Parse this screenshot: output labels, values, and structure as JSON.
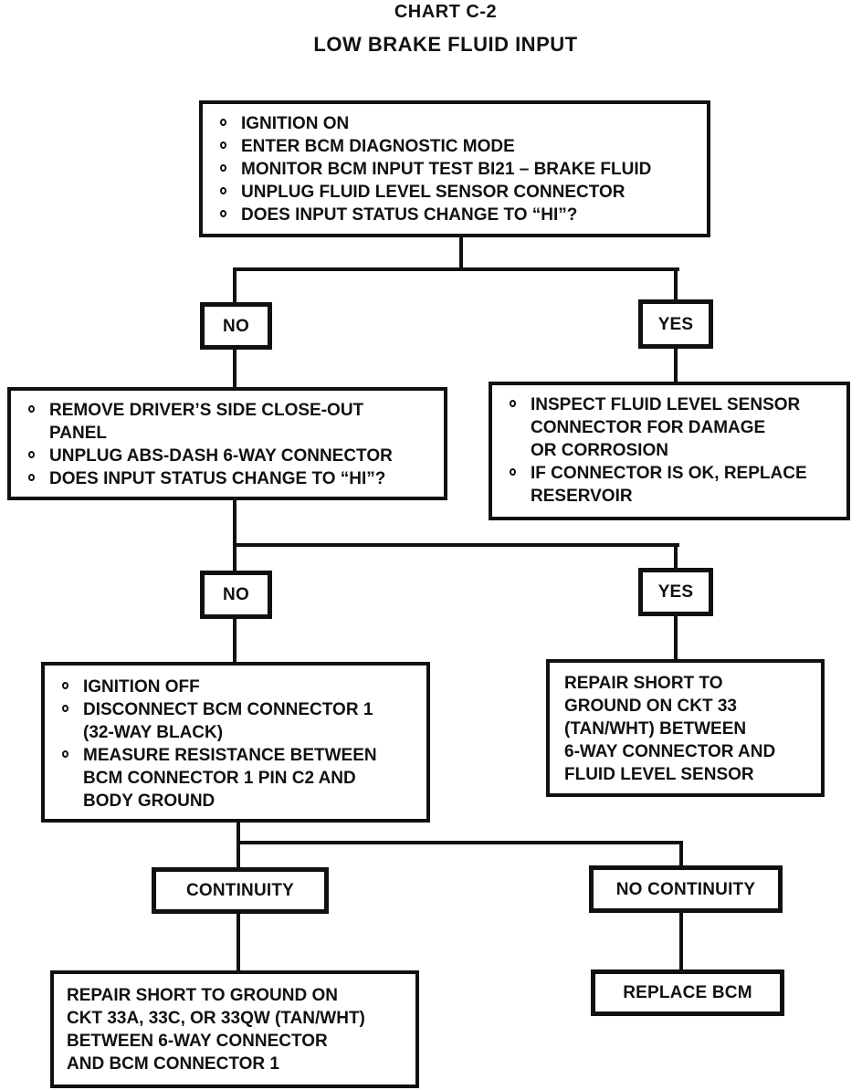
{
  "colors": {
    "ink": "#111111",
    "paper": "#ffffff"
  },
  "header": {
    "title": "CHART C-2",
    "subtitle": "LOW BRAKE FLUID INPUT"
  },
  "nodes": {
    "step1": {
      "items": [
        "IGNITION ON",
        "ENTER BCM DIAGNOSTIC MODE",
        "MONITOR BCM INPUT TEST BI21 – BRAKE FLUID",
        "UNPLUG FLUID LEVEL SENSOR CONNECTOR",
        "DOES INPUT STATUS CHANGE TO “HI”?"
      ]
    },
    "no1": {
      "label": "NO"
    },
    "yes1": {
      "label": "YES"
    },
    "step2": {
      "items": [
        "REMOVE DRIVER’S SIDE CLOSE-OUT\nPANEL",
        "UNPLUG ABS-DASH 6-WAY CONNECTOR",
        "DOES INPUT STATUS CHANGE TO “HI”?"
      ]
    },
    "inspect": {
      "items": [
        "INSPECT FLUID LEVEL SENSOR\nCONNECTOR FOR DAMAGE\nOR CORROSION",
        "IF CONNECTOR IS OK, REPLACE\nRESERVOIR"
      ]
    },
    "no2": {
      "label": "NO"
    },
    "yes2": {
      "label": "YES"
    },
    "step3": {
      "items": [
        "IGNITION OFF",
        "DISCONNECT BCM CONNECTOR 1\n(32-WAY BLACK)",
        "MEASURE RESISTANCE BETWEEN\nBCM CONNECTOR 1 PIN C2 AND\nBODY GROUND"
      ]
    },
    "repair_ckt33": {
      "text": "REPAIR SHORT TO\nGROUND ON CKT 33\n(TAN/WHT) BETWEEN\n6-WAY CONNECTOR AND\nFLUID LEVEL SENSOR"
    },
    "continuity": {
      "label": "CONTINUITY"
    },
    "no_continuity": {
      "label": "NO CONTINUITY"
    },
    "repair_ckt33a": {
      "text": "REPAIR SHORT TO GROUND ON\nCKT 33A, 33C, OR 33QW (TAN/WHT)\nBETWEEN 6-WAY CONNECTOR\nAND BCM CONNECTOR 1"
    },
    "replace_bcm": {
      "label": "REPLACE BCM"
    }
  }
}
